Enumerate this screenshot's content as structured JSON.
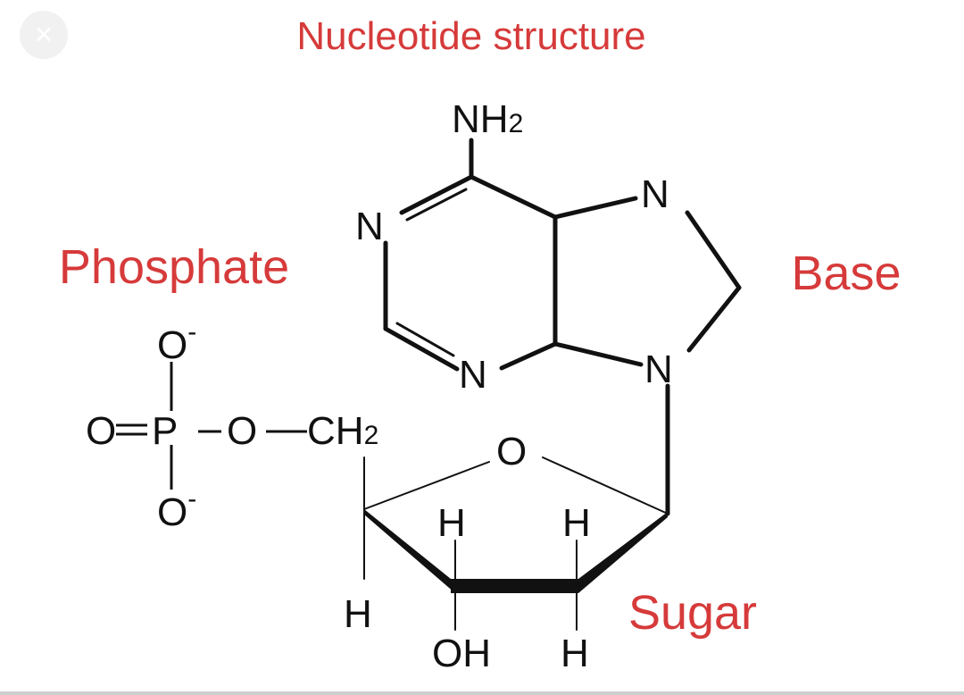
{
  "title": "Nucleotide structure",
  "labels": {
    "phosphate": "Phosphate",
    "base": "Base",
    "sugar": "Sugar"
  },
  "atoms": {
    "nh2": "NH",
    "nh2_sub": "2",
    "ring_n1": "N",
    "ring_n3": "N",
    "ring_n7": "N",
    "ring_n9": "N",
    "sugar_o": "O",
    "o_top": "O",
    "o_top_charge": "-",
    "o_left": "O",
    "p": "P",
    "o_bridge": "O",
    "o_bottom": "O",
    "o_bottom_charge": "-",
    "ch2": "CH",
    "ch2_sub": "2",
    "h_c4": "H",
    "h_c3_up": "H",
    "h_c2_up": "H",
    "oh": "OH",
    "h_c2_down": "H"
  },
  "colors": {
    "label_red": "#d63a3a",
    "ink": "#111111"
  },
  "close_icon": "close-icon"
}
